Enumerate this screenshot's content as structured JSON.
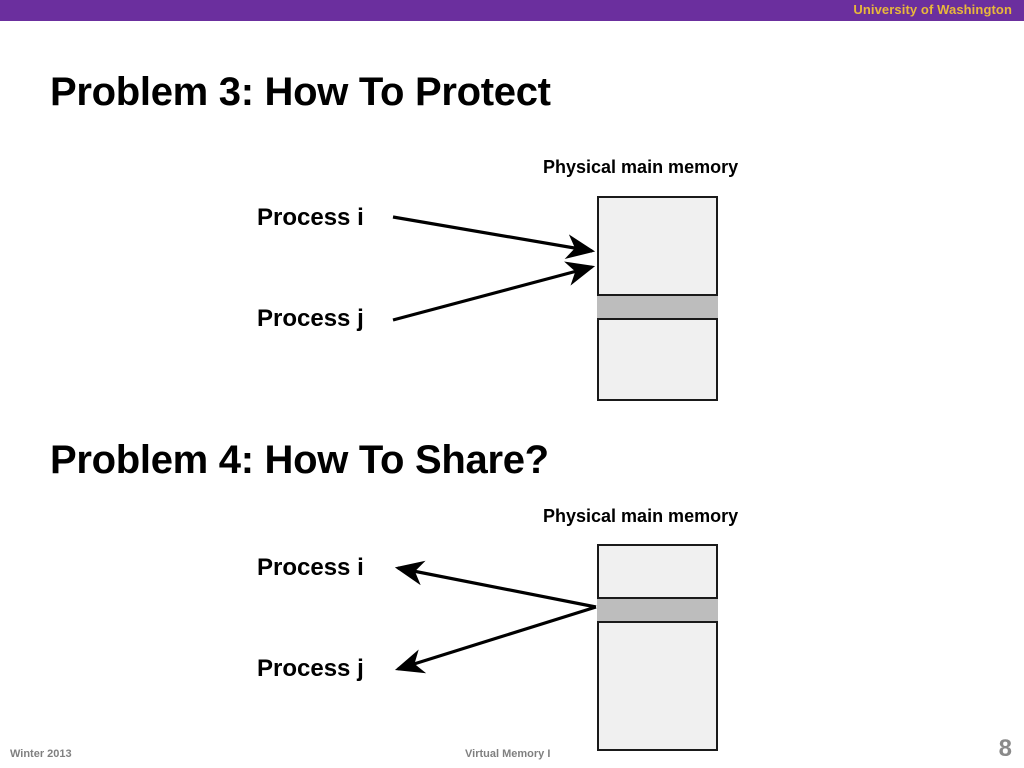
{
  "banner": {
    "institution": "University of Washington",
    "bar_color": "#6b2f9e",
    "text_color": "#e8b83b"
  },
  "slides": [
    {
      "heading": "Problem 3: How To Protect",
      "diagram": {
        "memory_caption": "Physical main memory",
        "process_labels": [
          "Process i",
          "Process j"
        ],
        "arrow_direction": "to-memory",
        "band_color": "#bdbdbd",
        "box_fill": "#f0f0f0",
        "border_color": "#1a1a1a"
      }
    },
    {
      "heading": "Problem 4: How To Share?",
      "diagram": {
        "memory_caption": "Physical main memory",
        "process_labels": [
          "Process i",
          "Process j"
        ],
        "arrow_direction": "from-memory",
        "band_color": "#bdbdbd",
        "box_fill": "#f0f0f0",
        "border_color": "#1a1a1a"
      }
    }
  ],
  "footer": {
    "term": "Winter 2013",
    "topic": "Virtual Memory I",
    "page_number": "8"
  }
}
